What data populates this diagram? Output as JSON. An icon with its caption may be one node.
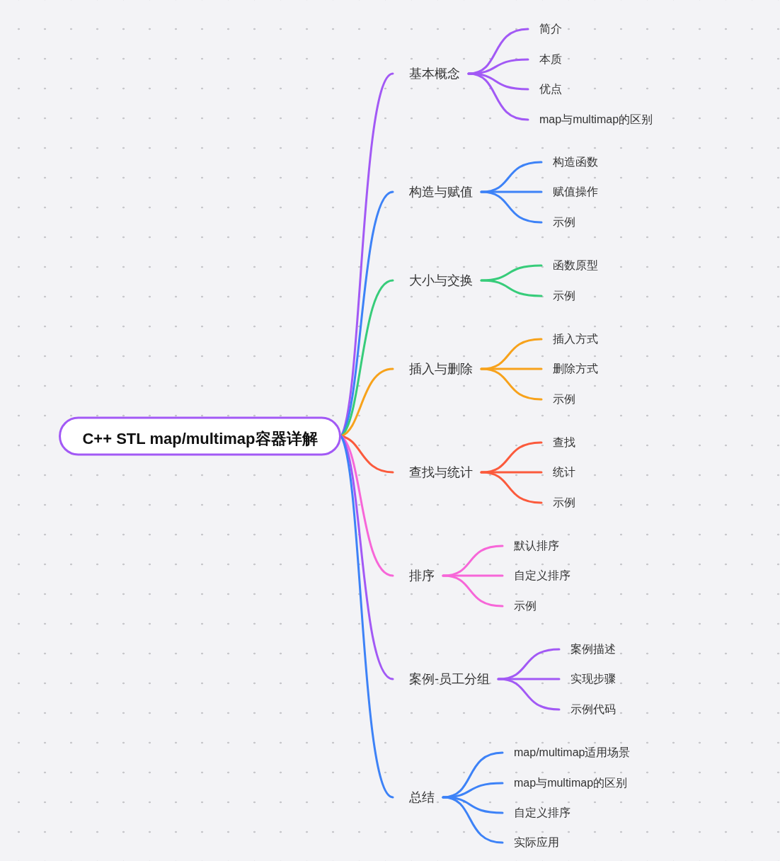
{
  "diagram": {
    "nodes": [
      {
        "text": [
          "C++ STL map/multimap容器详解"
        ]
      },
      {
        "text": [
          "基本概念"
        ]
      },
      {
        "text": [
          "简介"
        ]
      },
      {
        "text": [
          "本质"
        ]
      },
      {
        "text": [
          "优点"
        ]
      },
      {
        "text": [
          "map与multimap的区别"
        ]
      },
      {
        "text": [
          "构造与赋值"
        ]
      },
      {
        "text": [
          "构造函数"
        ]
      },
      {
        "text": [
          "赋值操作"
        ]
      },
      {
        "text": [
          "示例"
        ]
      },
      {
        "text": [
          "大小与交换"
        ]
      },
      {
        "text": [
          "函数原型"
        ]
      },
      {
        "text": [
          "示例"
        ]
      },
      {
        "text": [
          "插入与删除"
        ]
      },
      {
        "text": [
          "插入方式"
        ]
      },
      {
        "text": [
          "删除方式"
        ]
      },
      {
        "text": [
          "示例"
        ]
      },
      {
        "text": [
          "查找与统计"
        ]
      },
      {
        "text": [
          "查找"
        ]
      },
      {
        "text": [
          "统计"
        ]
      },
      {
        "text": [
          "示例"
        ]
      },
      {
        "text": [
          "排序"
        ]
      },
      {
        "text": [
          "默认排序"
        ]
      },
      {
        "text": [
          "自定义排序"
        ]
      },
      {
        "text": [
          "示例"
        ]
      },
      {
        "text": [
          "案例-员工分组"
        ]
      },
      {
        "text": [
          "案例描述"
        ]
      },
      {
        "text": [
          "实现步骤"
        ]
      },
      {
        "text": [
          "示例代码"
        ]
      },
      {
        "text": [
          "总结"
        ]
      },
      {
        "text": [
          "map/multimap适用场景"
        ]
      },
      {
        "text": [
          "map与multimap的区别"
        ]
      },
      {
        "text": [
          "自定义排序"
        ]
      },
      {
        "text": [
          "实际应用"
        ]
      }
    ],
    "edges": [
      {
        "from": 0,
        "to": 1,
        "arrow": "none",
        "color": "#a259f5"
      },
      {
        "from": 1,
        "to": 2,
        "arrow": "none",
        "color": "#a259f5"
      },
      {
        "from": 1,
        "to": 3,
        "arrow": "none",
        "color": "#a259f5"
      },
      {
        "from": 1,
        "to": 4,
        "arrow": "none",
        "color": "#a259f5"
      },
      {
        "from": 1,
        "to": 5,
        "arrow": "none",
        "color": "#a259f5"
      },
      {
        "from": 0,
        "to": 6,
        "arrow": "none",
        "color": "#3d82f7"
      },
      {
        "from": 6,
        "to": 7,
        "arrow": "none",
        "color": "#3d82f7"
      },
      {
        "from": 6,
        "to": 8,
        "arrow": "none",
        "color": "#3d82f7"
      },
      {
        "from": 6,
        "to": 9,
        "arrow": "none",
        "color": "#3d82f7"
      },
      {
        "from": 0,
        "to": 10,
        "arrow": "none",
        "color": "#37cc7a"
      },
      {
        "from": 10,
        "to": 11,
        "arrow": "none",
        "color": "#37cc7a"
      },
      {
        "from": 10,
        "to": 12,
        "arrow": "none",
        "color": "#37cc7a"
      },
      {
        "from": 0,
        "to": 13,
        "arrow": "none",
        "color": "#f7a21b"
      },
      {
        "from": 13,
        "to": 14,
        "arrow": "none",
        "color": "#f7a21b"
      },
      {
        "from": 13,
        "to": 15,
        "arrow": "none",
        "color": "#f7a21b"
      },
      {
        "from": 13,
        "to": 16,
        "arrow": "none",
        "color": "#f7a21b"
      },
      {
        "from": 0,
        "to": 17,
        "arrow": "none",
        "color": "#fb5a3c"
      },
      {
        "from": 17,
        "to": 18,
        "arrow": "none",
        "color": "#fb5a3c"
      },
      {
        "from": 17,
        "to": 19,
        "arrow": "none",
        "color": "#fb5a3c"
      },
      {
        "from": 17,
        "to": 20,
        "arrow": "none",
        "color": "#fb5a3c"
      },
      {
        "from": 0,
        "to": 21,
        "arrow": "none",
        "color": "#f766d8"
      },
      {
        "from": 21,
        "to": 22,
        "arrow": "none",
        "color": "#f766d8"
      },
      {
        "from": 21,
        "to": 23,
        "arrow": "none",
        "color": "#f766d8"
      },
      {
        "from": 21,
        "to": 24,
        "arrow": "none",
        "color": "#f766d8"
      },
      {
        "from": 0,
        "to": 25,
        "arrow": "none",
        "color": "#a259f5"
      },
      {
        "from": 25,
        "to": 26,
        "arrow": "none",
        "color": "#a259f5"
      },
      {
        "from": 25,
        "to": 27,
        "arrow": "none",
        "color": "#a259f5"
      },
      {
        "from": 25,
        "to": 28,
        "arrow": "none",
        "color": "#a259f5"
      },
      {
        "from": 0,
        "to": 29,
        "arrow": "none",
        "color": "#3d82f7"
      },
      {
        "from": 29,
        "to": 30,
        "arrow": "none",
        "color": "#3d82f7"
      },
      {
        "from": 29,
        "to": 31,
        "arrow": "none",
        "color": "#3d82f7"
      },
      {
        "from": 29,
        "to": 32,
        "arrow": "none",
        "color": "#3d82f7"
      },
      {
        "from": 29,
        "to": 33,
        "arrow": "none",
        "color": "#3d82f7"
      }
    ]
  }
}
